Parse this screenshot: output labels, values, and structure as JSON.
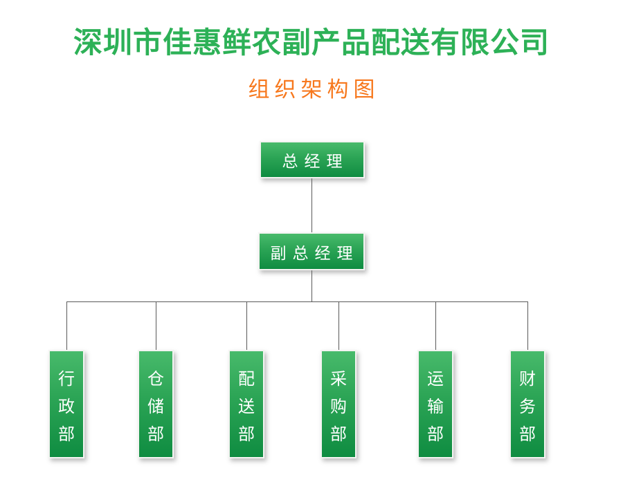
{
  "page": {
    "title": "深圳市佳惠鲜农副产品配送有限公司",
    "subtitle": "组织架构图"
  },
  "colors": {
    "title_green": "#2db157",
    "subtitle_orange": "#f7781d",
    "box_gradient_top": "#48ba6b",
    "box_gradient_bottom": "#0f8c41",
    "box_border": "#f4f4f2",
    "box_text": "#ffffff",
    "connector_gray": "#595959"
  },
  "org_chart": {
    "type": "org-tree",
    "root": {
      "label": "总经理"
    },
    "deputy": {
      "label": "副总经理"
    },
    "departments": [
      {
        "label": "行政部"
      },
      {
        "label": "仓储部"
      },
      {
        "label": "配送部"
      },
      {
        "label": "采购部"
      },
      {
        "label": "运输部"
      },
      {
        "label": "财务部"
      }
    ]
  }
}
